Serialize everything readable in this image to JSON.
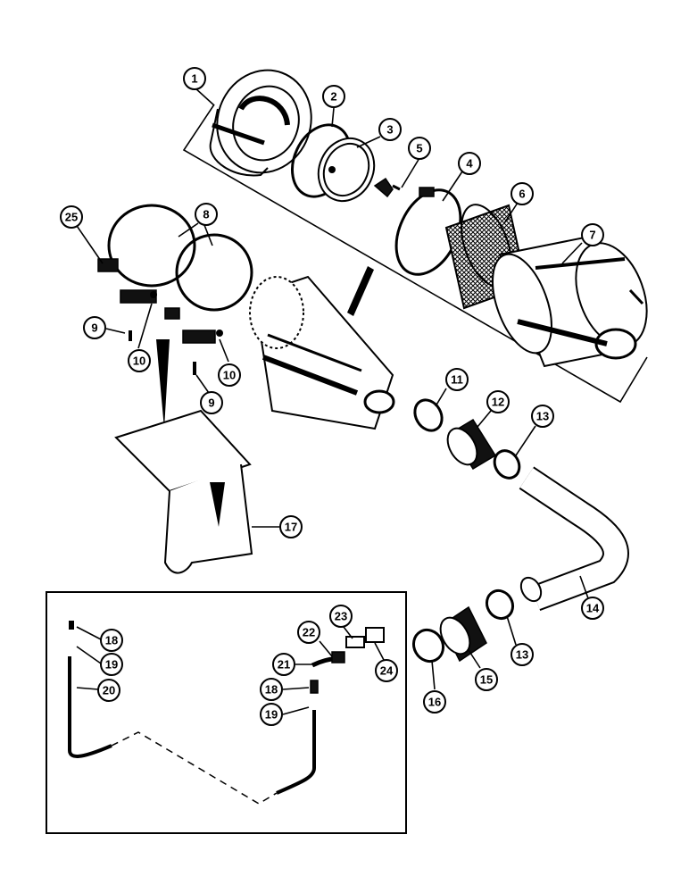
{
  "diagram": {
    "type": "exploded-parts-view",
    "callouts": [
      {
        "key": "c1",
        "label": "1"
      },
      {
        "key": "c2",
        "label": "2"
      },
      {
        "key": "c3",
        "label": "3"
      },
      {
        "key": "c4",
        "label": "4"
      },
      {
        "key": "c5",
        "label": "5"
      },
      {
        "key": "c6",
        "label": "6"
      },
      {
        "key": "c7",
        "label": "7"
      },
      {
        "key": "c8",
        "label": "8"
      },
      {
        "key": "c9a",
        "label": "9"
      },
      {
        "key": "c9b",
        "label": "9"
      },
      {
        "key": "c10a",
        "label": "10"
      },
      {
        "key": "c10b",
        "label": "10"
      },
      {
        "key": "c11",
        "label": "11"
      },
      {
        "key": "c12",
        "label": "12"
      },
      {
        "key": "c13a",
        "label": "13"
      },
      {
        "key": "c13b",
        "label": "13"
      },
      {
        "key": "c14",
        "label": "14"
      },
      {
        "key": "c15",
        "label": "15"
      },
      {
        "key": "c16",
        "label": "16"
      },
      {
        "key": "c17",
        "label": "17"
      },
      {
        "key": "c18a",
        "label": "18"
      },
      {
        "key": "c18b",
        "label": "18"
      },
      {
        "key": "c19a",
        "label": "19"
      },
      {
        "key": "c19b",
        "label": "19"
      },
      {
        "key": "c20",
        "label": "20"
      },
      {
        "key": "c21",
        "label": "21"
      },
      {
        "key": "c22",
        "label": "22"
      },
      {
        "key": "c23",
        "label": "23"
      },
      {
        "key": "c24",
        "label": "24"
      },
      {
        "key": "c25",
        "label": "25"
      }
    ]
  }
}
